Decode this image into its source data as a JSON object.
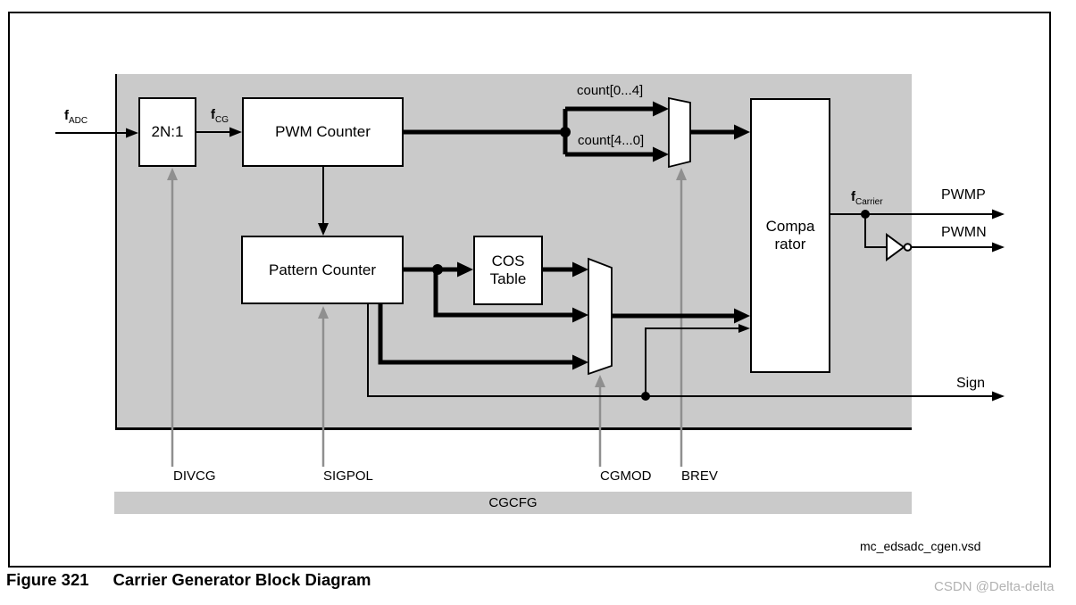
{
  "figure": {
    "caption_label": "Figure 321",
    "caption_title": "Carrier Generator Block Diagram",
    "source_file": "mc_edsadc_cgen.vsd",
    "watermark": "CSDN @Delta-delta"
  },
  "blocks": {
    "divider": "2N:1",
    "pwm_counter": "PWM Counter",
    "pattern_counter": "Pattern Counter",
    "cos_table_line1": "COS",
    "cos_table_line2": "Table",
    "comparator_line1": "Compa",
    "comparator_line2": "rator"
  },
  "signals": {
    "f_adc_base": "f",
    "f_adc_sub": "ADC",
    "f_cg_base": "f",
    "f_cg_sub": "CG",
    "f_carrier_base": "f",
    "f_carrier_sub": "Carrier",
    "count_high": "count[0...4]",
    "count_low": "count[4...0]",
    "pwmp": "PWMP",
    "pwmn": "PWMN",
    "sign": "Sign"
  },
  "controls": {
    "divcg": "DIVCG",
    "sigpol": "SIGPOL",
    "cgmod": "CGMOD",
    "brev": "BREV",
    "cgcfg": "CGCFG"
  },
  "colors": {
    "panel_gray": "#cacaca",
    "bar_gray": "#cacaca",
    "control_line_gray": "#8f8f8f",
    "line_black": "#000000",
    "watermark_gray": "#b2b2b2"
  }
}
